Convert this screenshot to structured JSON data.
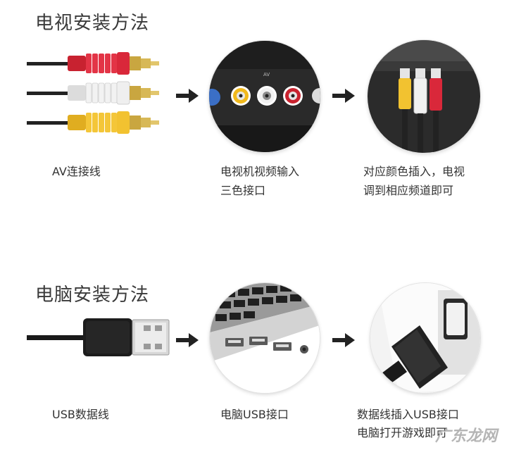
{
  "sections": {
    "tv": {
      "title": "电视安装方法",
      "captions": {
        "step1": "AV连接线",
        "step2_line1": "电视机视频输入",
        "step2_line2": "三色接口",
        "step3_line1": "对应颜色插入，电视",
        "step3_line2": "调到相应频道即可"
      },
      "port_label": "AV"
    },
    "pc": {
      "title": "电脑安装方法",
      "captions": {
        "step1": "USB数据线",
        "step2": "电脑USB接口",
        "step3_line1": "数据线插入USB接口",
        "step3_line2": "电脑打开游戏即可"
      }
    }
  },
  "colors": {
    "red": "#d9283a",
    "white": "#f4f4f4",
    "yellow": "#f2c230",
    "cable": "#222222"
  },
  "watermark": "广东龙网"
}
